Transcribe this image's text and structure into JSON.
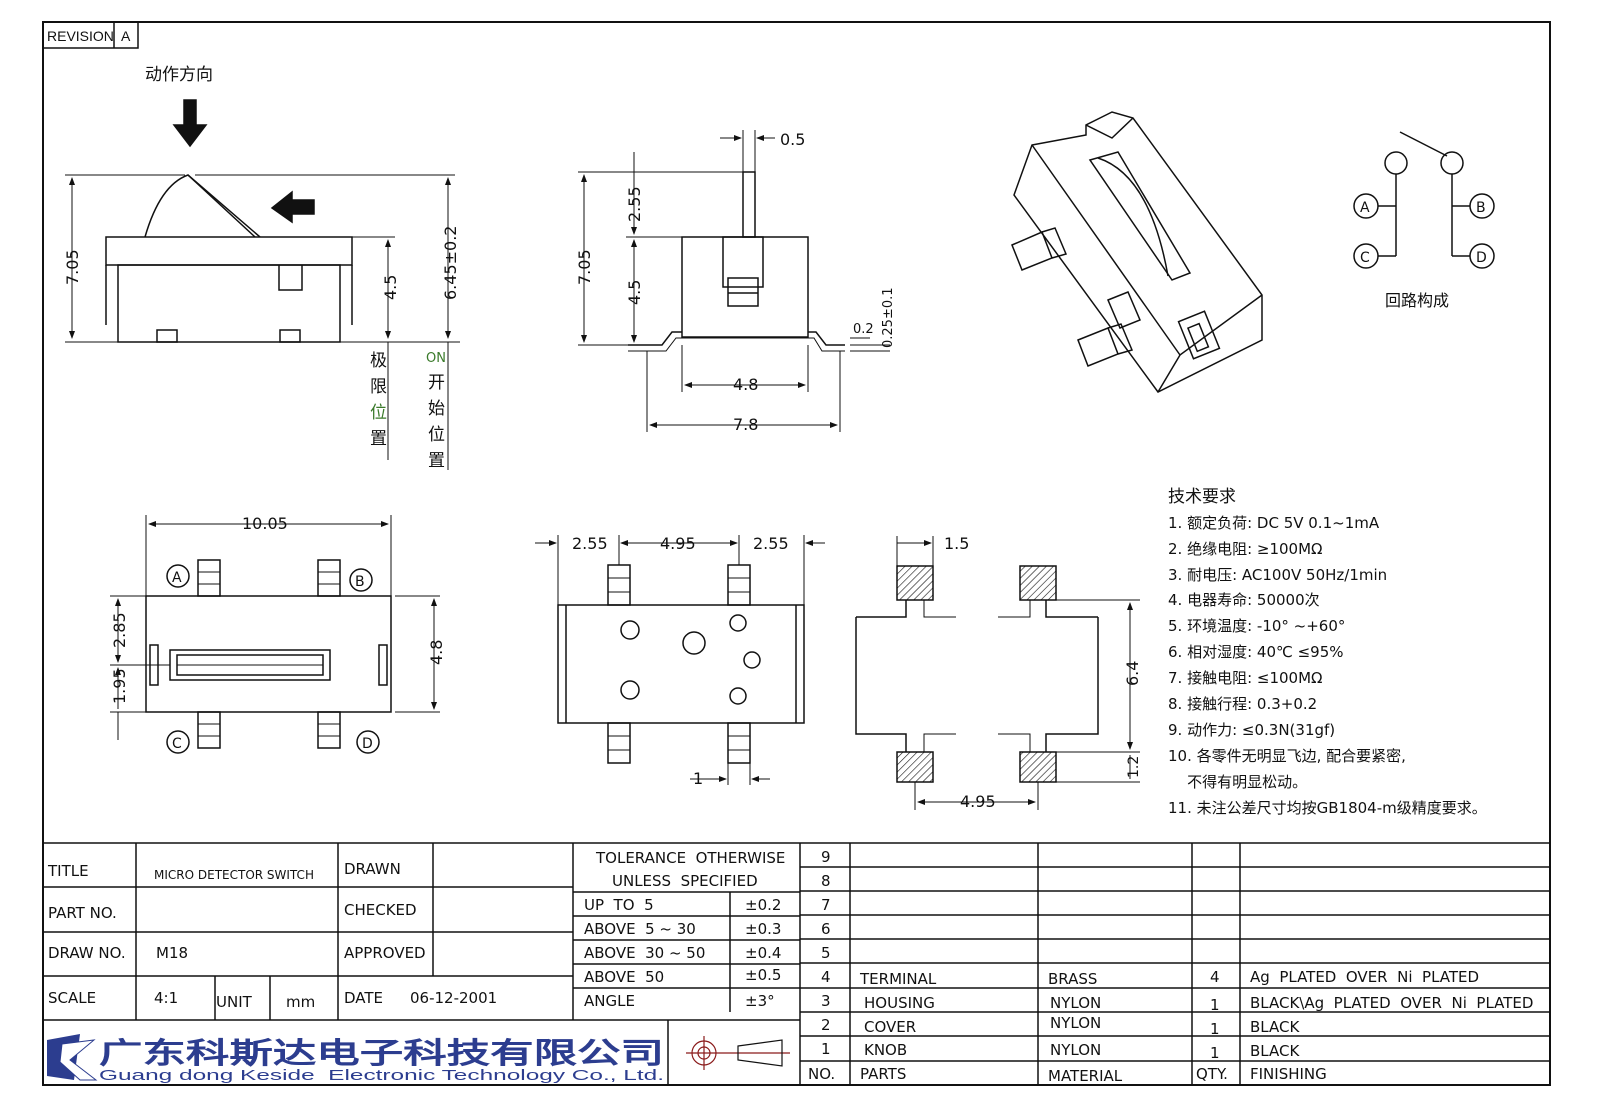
{
  "revision": {
    "label": "REVISION",
    "value": "A"
  },
  "views": {
    "side": {
      "action_label": "动作方向",
      "height": "7.05",
      "mid": "4.5",
      "on_height": "6.45±0.2",
      "limit_label": [
        "极",
        "限",
        "位",
        "置"
      ],
      "on_label": "ON",
      "on_chars": [
        "开",
        "始",
        "位",
        "置"
      ]
    },
    "front": {
      "width_small": "0.5",
      "height": "7.05",
      "top": "2.55",
      "mid": "4.5",
      "inner_w": "4.8",
      "outer_w": "7.8",
      "lead_h": "0.2",
      "lead_t": "0.25±0.1"
    },
    "circuit": {
      "terminals": [
        "A",
        "B",
        "C",
        "D"
      ],
      "label": "回路构成"
    },
    "bottom": {
      "width": "10.05",
      "d1": "2.85",
      "d2": "1.95",
      "height": "4.8",
      "terminals": [
        "A",
        "B",
        "C",
        "D"
      ]
    },
    "back": {
      "a": "2.55",
      "b": "4.95",
      "c": "2.55",
      "pad": "1"
    },
    "pcb": {
      "pad_w": "1.5",
      "pitch_y": "6.4",
      "pad_h": "1.2",
      "pitch_x": "4.95"
    }
  },
  "tech": {
    "title": "技术要求",
    "items": [
      "1. 额定负荷: DC 5V  0.1~1mA",
      "2. 绝缘电阻: ≥100MΩ",
      "3. 耐电压: AC100V 50Hz/1min",
      "4. 电器寿命: 50000次",
      "5. 环境温度: -10°  ~+60°",
      "6. 相对湿度: 40℃   ≤95%",
      "7. 接触电阻: ≤100MΩ",
      "8. 接触行程: 0.3+0.2",
      "9. 动作力: ≤0.3N(31gf)",
      "10. 各零件无明显飞边, 配合要紧密,",
      "    不得有明显松动。",
      "11. 未注公差尺寸均按GB1804-m级精度要求。"
    ]
  },
  "titleblock": {
    "title_label": "TITLE",
    "title_value": "MICRO DETECTOR SWITCH",
    "drawn_label": "DRAWN",
    "part_label": "PART NO.",
    "checked_label": "CHECKED",
    "draw_label": "DRAW NO.",
    "draw_value": "M18",
    "approved_label": "APPROVED",
    "scale_label": "SCALE",
    "scale_value": "4:1",
    "unit_label": "UNIT",
    "unit_value": "mm",
    "date_label": "DATE",
    "date_value": "06-12-2001",
    "company_cn": "广东科斯达电子科技有限公司",
    "company_en": "Guang dong Keside  Electronic Technology Co., Ltd."
  },
  "tolerance": {
    "header1": "TOLERANCE  OTHERWISE",
    "header2": "UNLESS  SPECIFIED",
    "rows": [
      {
        "range": "UP  TO  5",
        "tol": "±0.2"
      },
      {
        "range": "ABOVE  5 ~ 30",
        "tol": "±0.3"
      },
      {
        "range": "ABOVE  30 ~ 50",
        "tol": "±0.4"
      },
      {
        "range": "ABOVE  50",
        "tol": "±0.5"
      },
      {
        "range": "ANGLE",
        "tol": "±3°"
      }
    ]
  },
  "bom": {
    "header": {
      "no": "NO.",
      "parts": "PARTS",
      "material": "MATERIAL",
      "qty": "QTY.",
      "finishing": "FINISHING"
    },
    "empty_rows": [
      "9",
      "8",
      "7",
      "6",
      "5"
    ],
    "rows": [
      {
        "no": "4",
        "parts": "TERMINAL",
        "material": "BRASS",
        "qty": "4",
        "finishing": "Ag  PLATED  OVER  Ni  PLATED"
      },
      {
        "no": "3",
        "parts": "HOUSING",
        "material": "NYLON",
        "qty": "1",
        "finishing": "BLACK\\Ag  PLATED  OVER  Ni  PLATED"
      },
      {
        "no": "2",
        "parts": "COVER",
        "material": "NYLON",
        "qty": "1",
        "finishing": "BLACK"
      },
      {
        "no": "1",
        "parts": "KNOB",
        "material": "NYLON",
        "qty": "1",
        "finishing": "BLACK"
      }
    ]
  }
}
